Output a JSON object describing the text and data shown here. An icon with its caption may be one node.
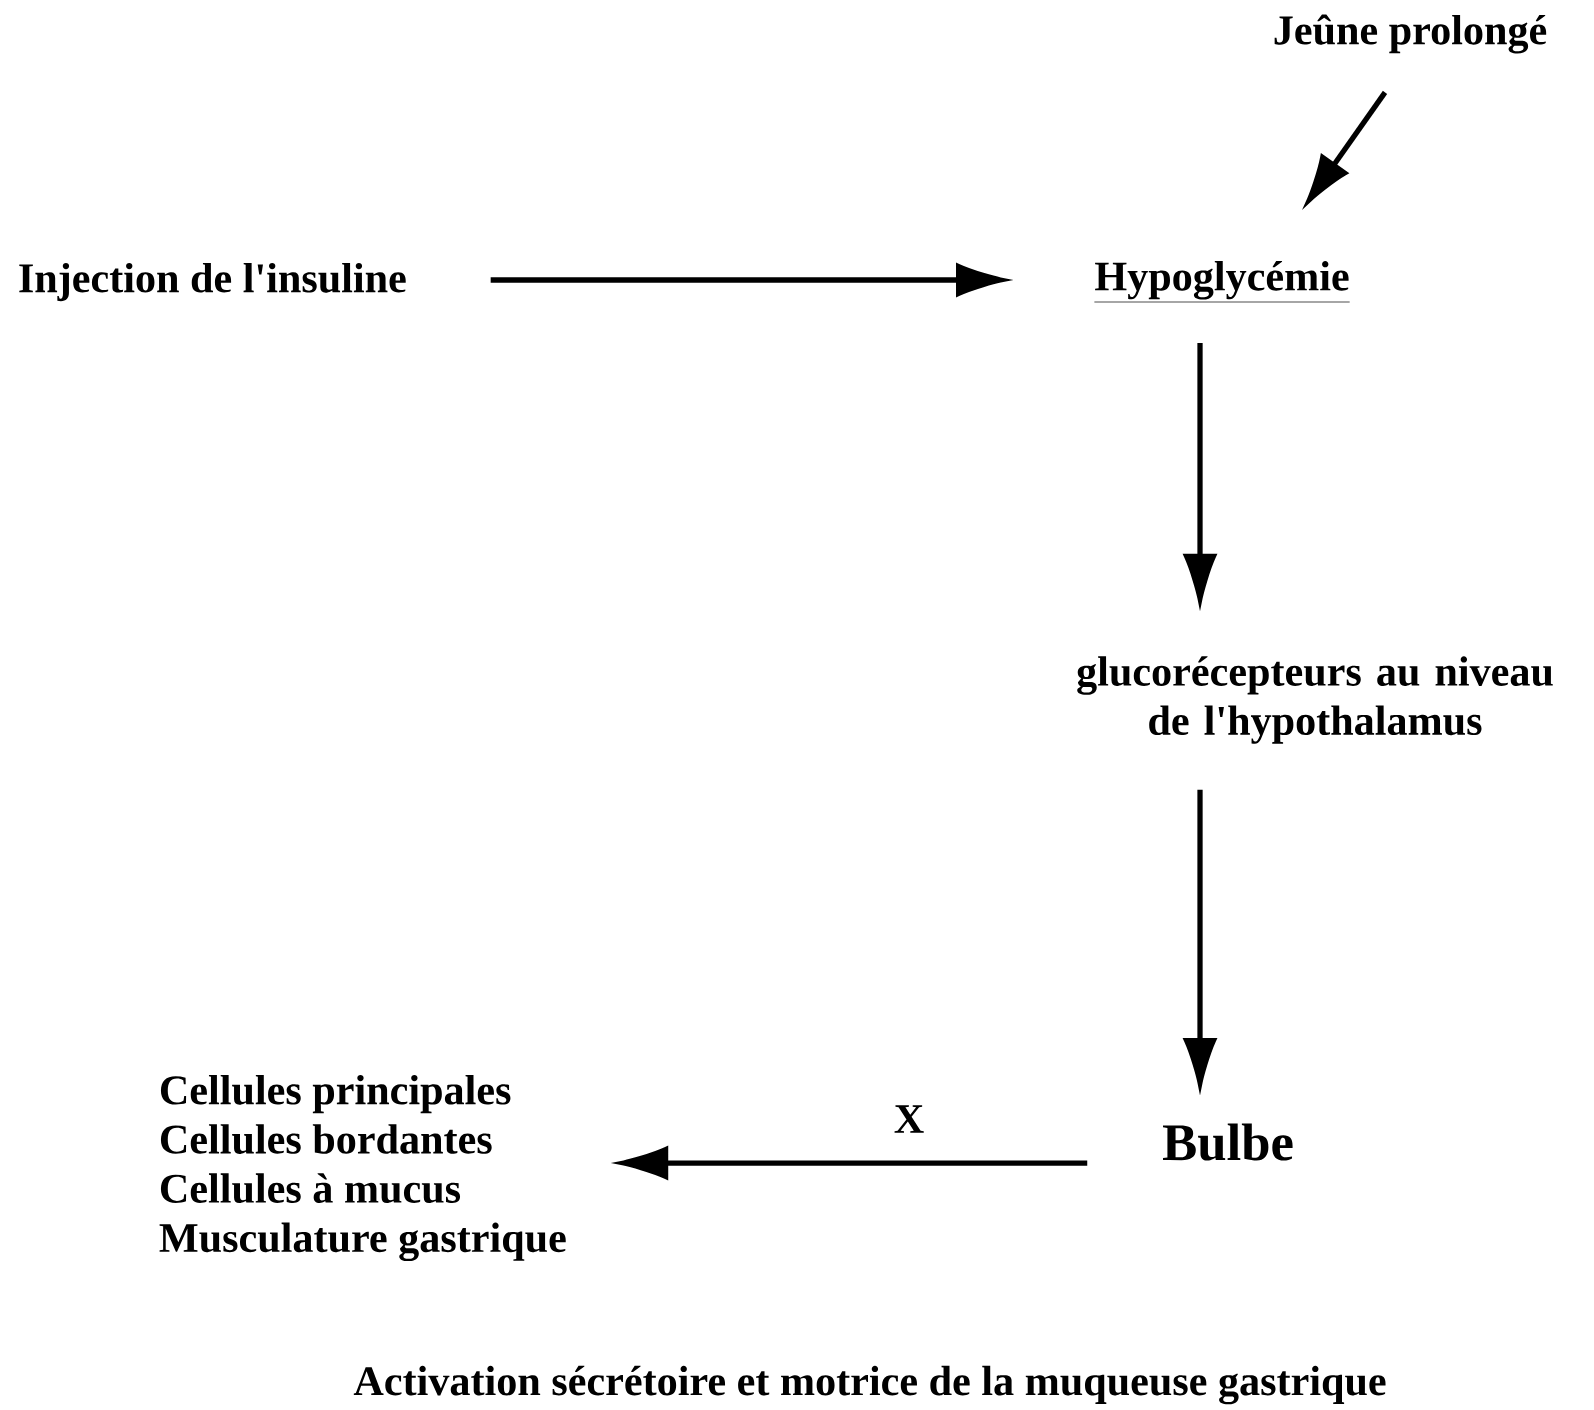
{
  "diagram": {
    "caption": "Activation sécrétoire et  motrice de la muqueuse gastrique",
    "nodes": [
      {
        "text": [
          "Jeûne prolongé"
        ]
      },
      {
        "text": [
          "Injection de l'insuline"
        ]
      },
      {
        "text": [
          "Hypoglycémie"
        ]
      },
      {
        "text": [
          "glucorécepteurs au niveau de l'hypothalamus"
        ]
      },
      {
        "text": [
          "Bulbe"
        ]
      },
      {
        "text": [
          "Cellules principales",
          "Cellules bordantes",
          "Cellules à mucus",
          "Musculature gastrique"
        ]
      }
    ],
    "edges": [
      {
        "from": 0,
        "to": 2,
        "arrow": "to"
      },
      {
        "from": 1,
        "to": 2,
        "arrow": "to"
      },
      {
        "from": 2,
        "to": 3,
        "arrow": "to"
      },
      {
        "from": 3,
        "to": 4,
        "arrow": "to"
      },
      {
        "from": 4,
        "to": 5,
        "arrow": "to",
        "label": "X"
      }
    ]
  }
}
